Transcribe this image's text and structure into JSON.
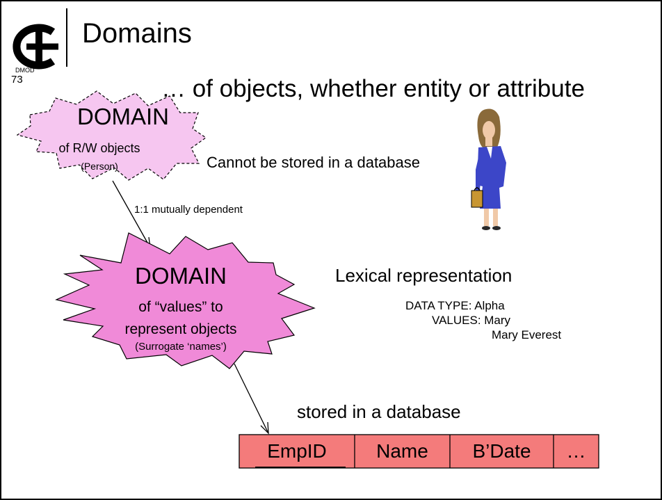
{
  "slide": {
    "title": "Domains",
    "code": "DMOD",
    "number": "73",
    "subtitle": "… of objects, whether entity or attribute"
  },
  "rw_domain": {
    "heading": "DOMAIN",
    "line1": "of R/W objects",
    "line2": "(Person)"
  },
  "note_not_stored": "Cannot be stored in a database",
  "relationship_label": "1:1 mutually dependent",
  "value_domain": {
    "heading": "DOMAIN",
    "line1": "of “values” to",
    "line2": "represent objects",
    "line3": "(Surrogate ‘names’)"
  },
  "lexical": {
    "heading": "Lexical representation",
    "data_type_line": "DATA TYPE:  Alpha",
    "values_line": "VALUES:  Mary",
    "values_line2": "Mary Everest"
  },
  "note_stored": "stored in a database",
  "record_fields": [
    "EmpID",
    "Name",
    "B’Date",
    "…"
  ],
  "colors": {
    "rw_domain_fill": "#f6c6f0",
    "value_domain_fill": "#f08ad8",
    "record_fill": "#f47b7b",
    "suit": "#3c46c8",
    "briefcase": "#c89632",
    "skin": "#f0c9a8",
    "hair": "#8a6a3a"
  },
  "icons": [
    "logo-ce-icon",
    "person-with-briefcase-icon"
  ]
}
